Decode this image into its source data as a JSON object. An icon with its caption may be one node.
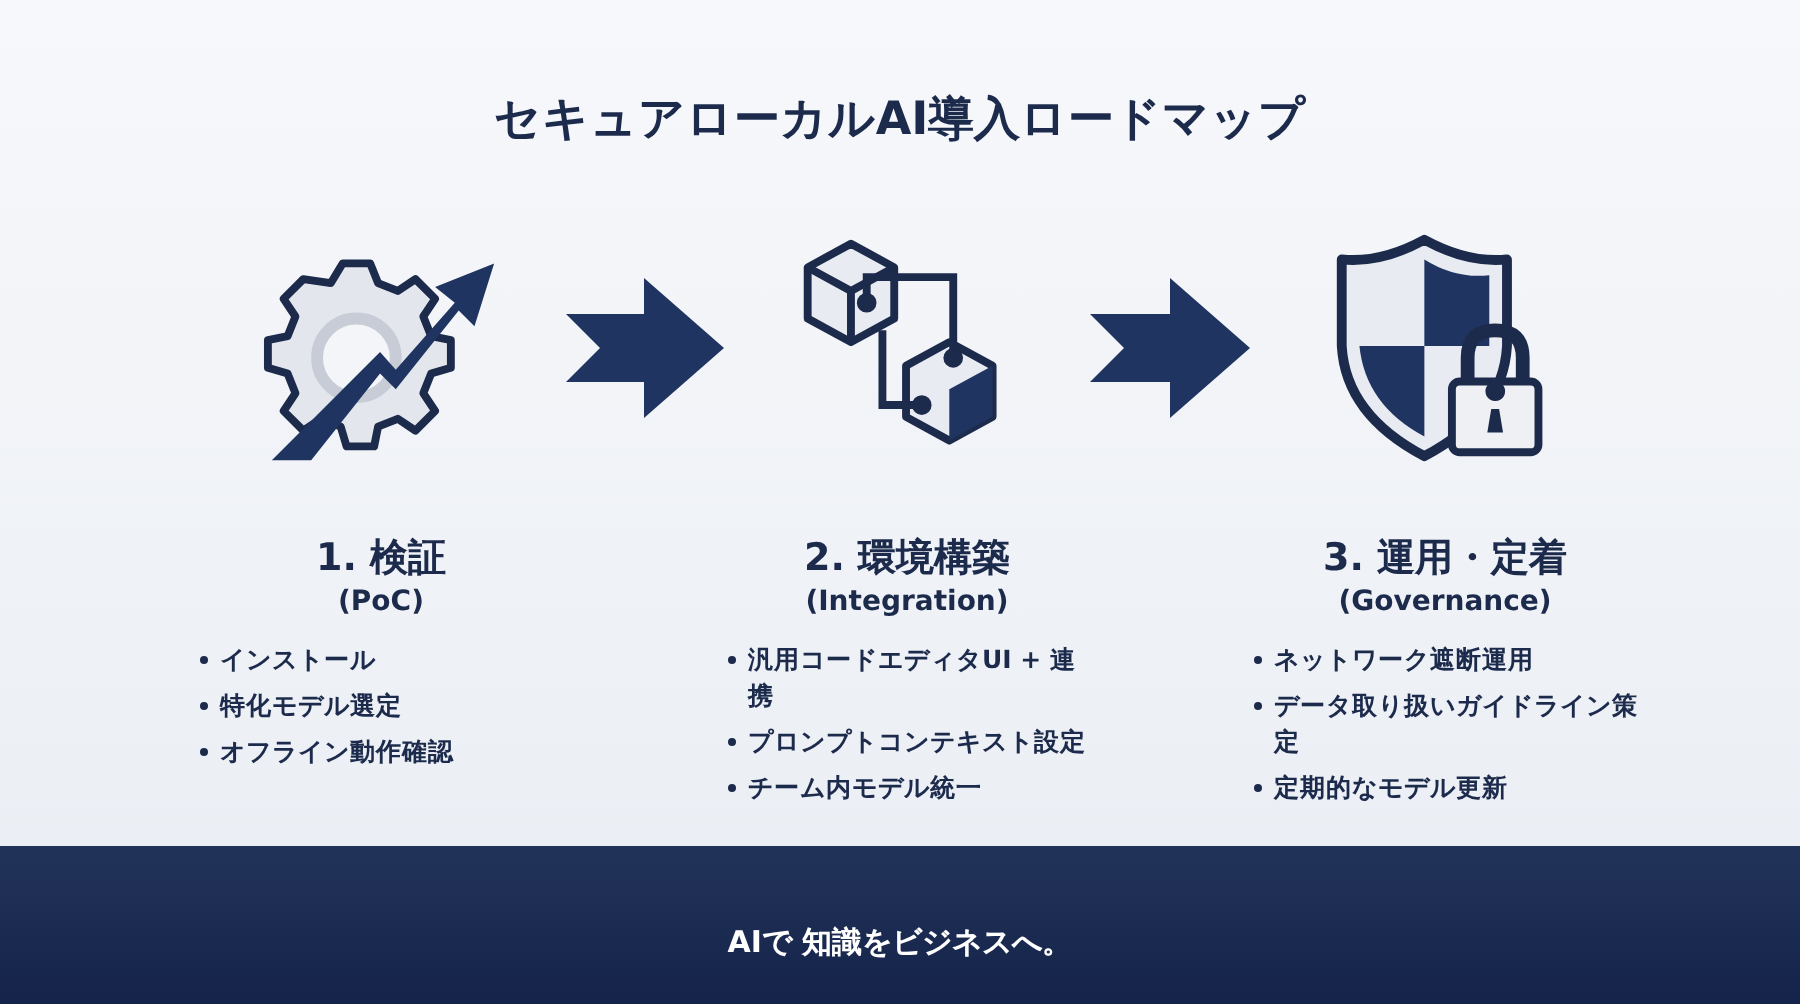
{
  "diagram": {
    "title": "セキュアローカルAI導入ロードマップ",
    "nodes": [
      {
        "text": [
          "1. 検証",
          "(PoC)",
          "インストール",
          "特化モデル選定",
          "オフライン動作確認"
        ]
      },
      {
        "text": [
          "2. 環境構築",
          "(Integration)",
          "汎用コードエディタUI + 連携",
          "プロンプトコンテキスト設定",
          "チーム内モデル統一"
        ]
      },
      {
        "text": [
          "3. 運用・定着",
          "(Governance)",
          "ネットワーク遮断運用",
          "データ取り扱いガイドライン策定",
          "定期的なモデル更新"
        ]
      }
    ],
    "edges": [
      {
        "from": 0,
        "to": 1,
        "arrow": "to"
      },
      {
        "from": 1,
        "to": 2,
        "arrow": "to"
      }
    ],
    "labels": [
      "AIで 知識をビジネスへ。"
    ]
  }
}
